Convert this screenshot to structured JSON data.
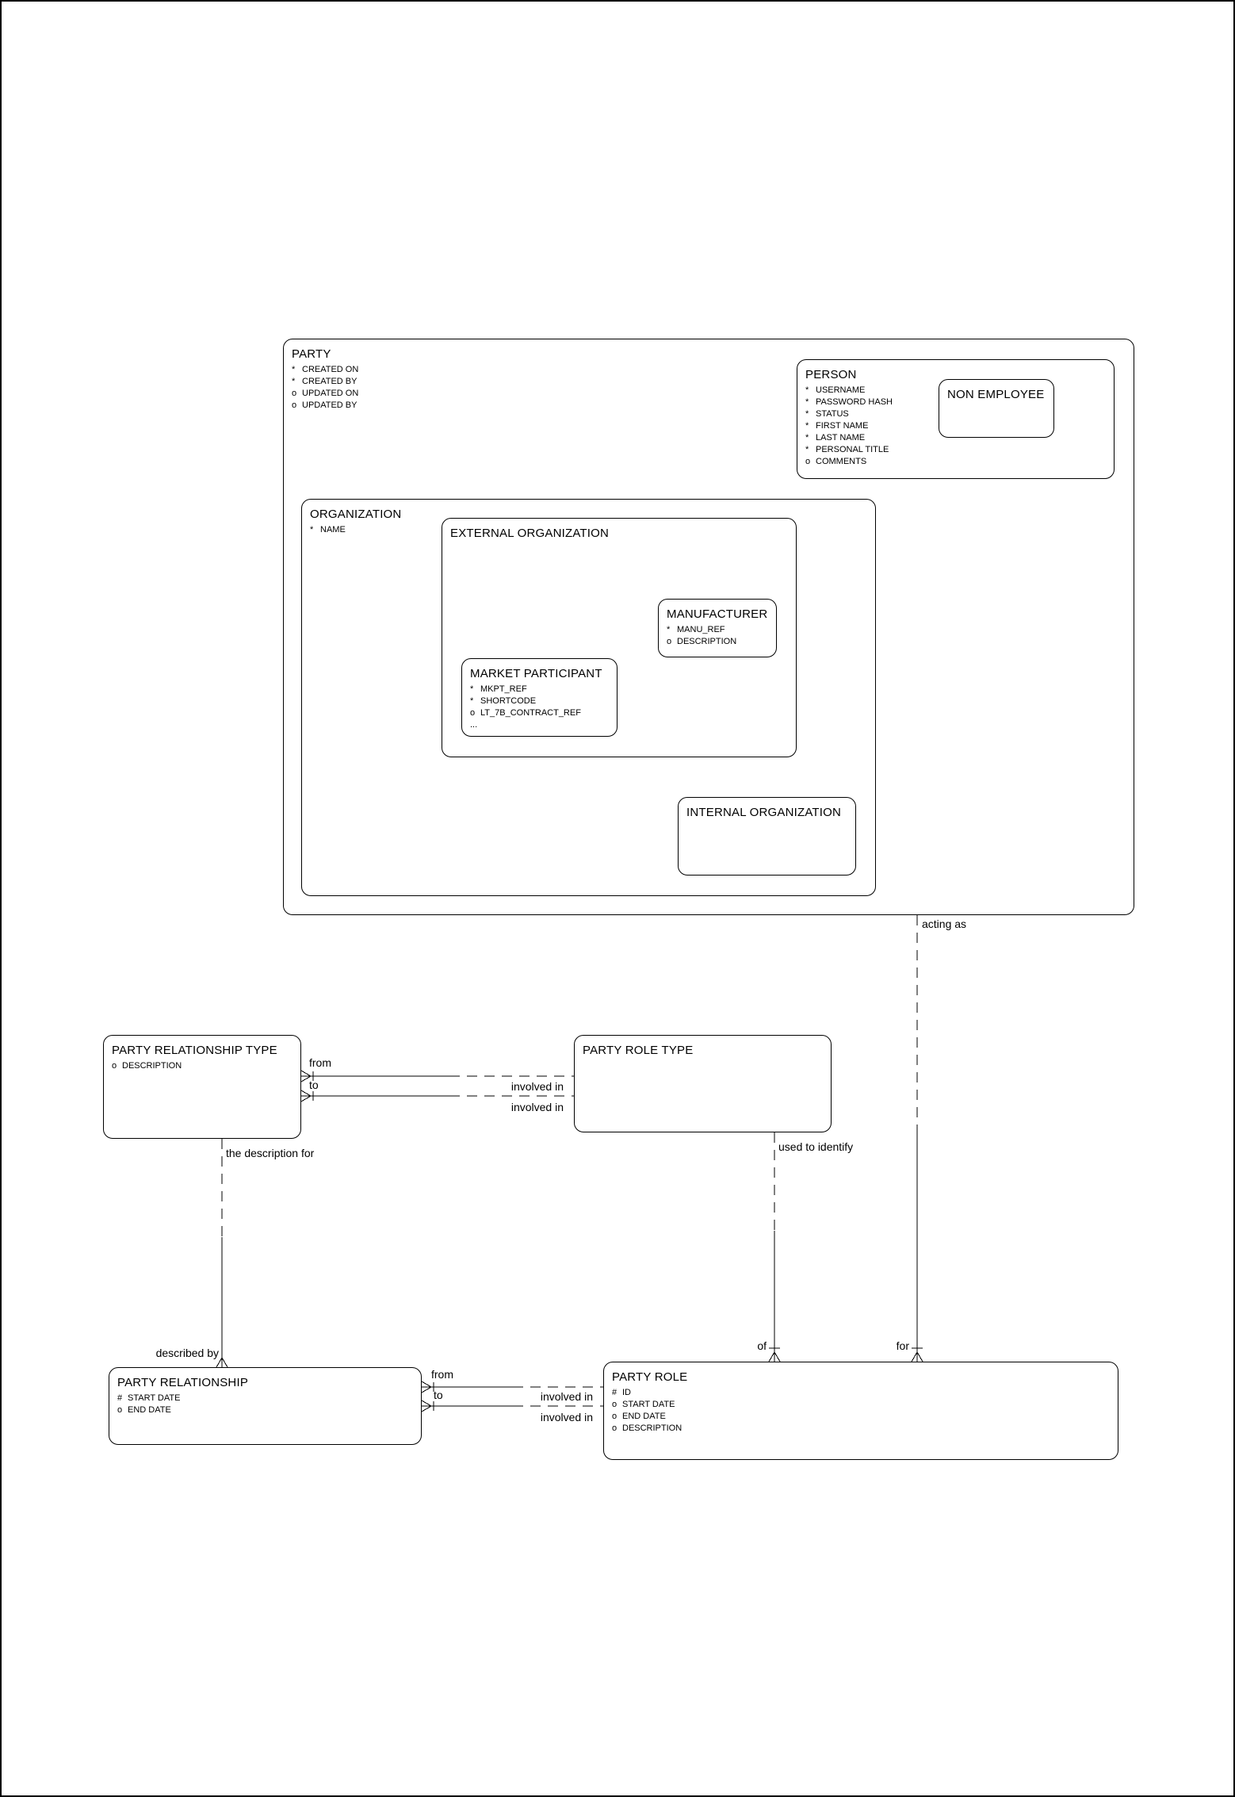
{
  "diagram": {
    "colors": {
      "line": "#000000",
      "background": "#ffffff"
    },
    "entities": [
      {
        "title": "PARTY",
        "attributes": [
          {
            "marker": "*",
            "name": "CREATED ON"
          },
          {
            "marker": "*",
            "name": "CREATED BY"
          },
          {
            "marker": "o",
            "name": "UPDATED ON"
          },
          {
            "marker": "o",
            "name": "UPDATED BY"
          }
        ]
      },
      {
        "title": "PERSON",
        "attributes": [
          {
            "marker": "*",
            "name": "USERNAME"
          },
          {
            "marker": "*",
            "name": "PASSWORD HASH"
          },
          {
            "marker": "*",
            "name": "STATUS"
          },
          {
            "marker": "*",
            "name": "FIRST NAME"
          },
          {
            "marker": "*",
            "name": "LAST NAME"
          },
          {
            "marker": "*",
            "name": "PERSONAL TITLE"
          },
          {
            "marker": "o",
            "name": "COMMENTS"
          }
        ]
      },
      {
        "title": "NON EMPLOYEE",
        "attributes": []
      },
      {
        "title": "ORGANIZATION",
        "attributes": [
          {
            "marker": "*",
            "name": "NAME"
          }
        ]
      },
      {
        "title": "EXTERNAL ORGANIZATION",
        "attributes": []
      },
      {
        "title": "MANUFACTURER",
        "attributes": [
          {
            "marker": "*",
            "name": "MANU_REF"
          },
          {
            "marker": "o",
            "name": "DESCRIPTION"
          }
        ]
      },
      {
        "title": "MARKET PARTICIPANT",
        "attributes": [
          {
            "marker": "*",
            "name": "MKPT_REF"
          },
          {
            "marker": "*",
            "name": "SHORTCODE"
          },
          {
            "marker": "o",
            "name": "LT_7B_CONTRACT_REF"
          },
          {
            "marker": "...",
            "name": ""
          }
        ]
      },
      {
        "title": "INTERNAL ORGANIZATION",
        "attributes": []
      },
      {
        "title": "PARTY RELATIONSHIP TYPE",
        "attributes": [
          {
            "marker": "o",
            "name": "DESCRIPTION"
          }
        ]
      },
      {
        "title": "PARTY ROLE TYPE",
        "attributes": []
      },
      {
        "title": "PARTY RELATIONSHIP",
        "attributes": [
          {
            "marker": "#",
            "name": "START DATE"
          },
          {
            "marker": "o",
            "name": "END DATE"
          }
        ]
      },
      {
        "title": "PARTY ROLE",
        "attributes": [
          {
            "marker": "#",
            "name": "ID"
          },
          {
            "marker": "o",
            "name": "START DATE"
          },
          {
            "marker": "o",
            "name": "END DATE"
          },
          {
            "marker": "o",
            "name": "DESCRIPTION"
          }
        ]
      }
    ],
    "relationships": {
      "type_from": "from",
      "type_to": "to",
      "type_involved_in_a": "involved in",
      "type_involved_in_b": "involved in",
      "inst_from": "from",
      "inst_to": "to",
      "inst_involved_in_a": "involved in",
      "inst_involved_in_b": "involved in",
      "description_top": "the description for",
      "description_bottom": "described by",
      "identify_top": "used to identify",
      "identify_bottom": "of",
      "acting_top": "acting as",
      "acting_bottom": "for"
    }
  }
}
